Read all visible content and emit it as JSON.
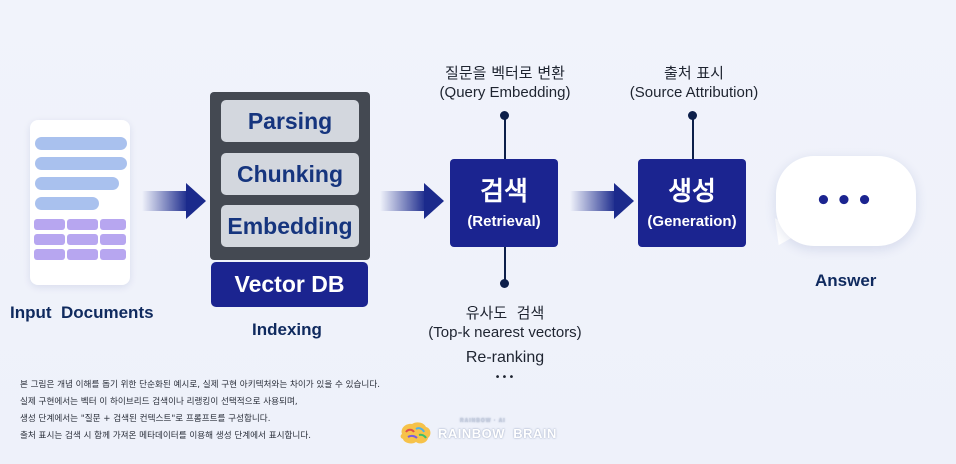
{
  "input": {
    "label": "Input  Documents"
  },
  "indexing": {
    "items": [
      "Parsing",
      "Chunking",
      "Embedding"
    ],
    "vector_db": "Vector DB",
    "label": "Indexing"
  },
  "retrieval": {
    "ko": "검색",
    "en": "(Retrieval)",
    "top_caption_ko": "질문을 벡터로 변환",
    "top_caption_en": "(Query Embedding)",
    "bottom_caption_ko": "유사도  검색",
    "bottom_caption_en": "(Top-k nearest vectors)",
    "rerank": "Re-ranking",
    "ellipsis": "•••"
  },
  "generation": {
    "ko": "생성",
    "en": "(Generation)",
    "top_caption_ko": "출처 표시",
    "top_caption_en": "(Source Attribution)"
  },
  "answer": {
    "bubble": "•••",
    "label": "Answer"
  },
  "notes": [
    "본 그림은 개념 이해를 돕기 위한 단순화된 예시로, 실제 구현 아키텍처와는 차이가 있을 수 있습니다.",
    "실제 구현에서는 벡터 이 하이브리드 검색이나 리랭킹이 선택적으로 사용되며,",
    "생성 단계에서는 \"질문 + 검색된 컨텍스트\"로 프롬프트를 구성합니다.",
    "출처 표시는 검색 시 함께 가져온 메타데이터를 이용해 생성 단계에서 표시합니다."
  ],
  "logo": {
    "text": "RAINBOW  BRAIN",
    "sub": "RAINBOW · AI"
  },
  "colors": {
    "navy": "#1b2490",
    "dark_box": "#444952",
    "item_bg": "#d3d7de",
    "background": "#eef1fa"
  }
}
